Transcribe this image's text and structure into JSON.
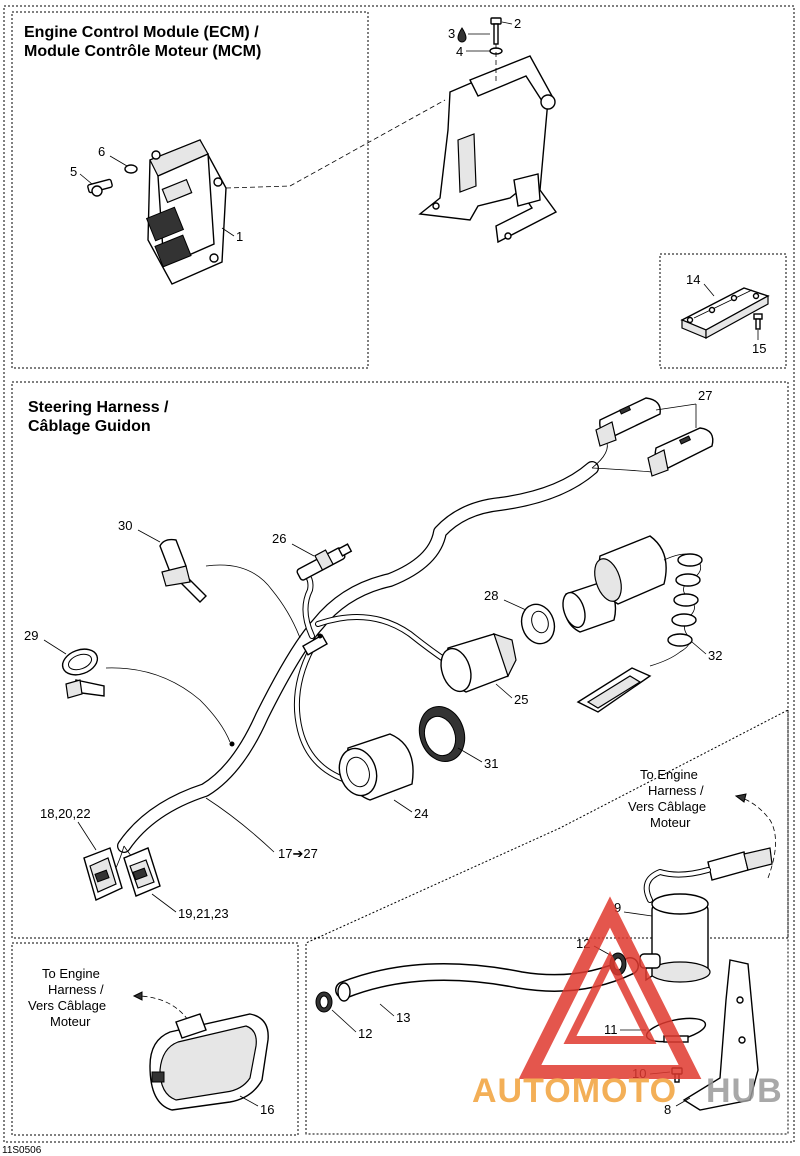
{
  "sections": {
    "ecm": {
      "title_line1": "Engine Control Module (ECM) /",
      "title_line2": "Module Contrôle Moteur (MCM)"
    },
    "steering": {
      "title_line1": "Steering Harness /",
      "title_line2": "Câblage Guidon"
    },
    "pump_note": {
      "line1": "To Engine",
      "line2": "Harness /",
      "line3": "Vers Câblage",
      "line4": "Moteur"
    },
    "connector_note": {
      "line1": "To Engine",
      "line2": "Harness /",
      "line3": "Vers Câblage",
      "line4": "Moteur"
    }
  },
  "callouts": {
    "c1": "1",
    "c2": "2",
    "c3": "3",
    "c4": "4",
    "c5": "5",
    "c6": "6",
    "c8": "8",
    "c9": "9",
    "c10": "10",
    "c11": "11",
    "c12a": "12",
    "c12b": "12",
    "c13": "13",
    "c14": "14",
    "c15": "15",
    "c16": "16",
    "c17": "17➔27",
    "c18": "18,20,22",
    "c19": "19,21,23",
    "c24": "24",
    "c25": "25",
    "c26": "26",
    "c27": "27",
    "c28": "28",
    "c29": "29",
    "c30": "30",
    "c31": "31",
    "c32": "32"
  },
  "footer": {
    "code": "11S0506"
  },
  "watermark": {
    "text_left": "AUTOMOTO",
    "text_right": "HUB",
    "color_red": "#e0392f",
    "color_orange": "#f2a23a",
    "color_gray": "#9a9a9a"
  },
  "icons": {
    "drop": "drop-icon"
  }
}
